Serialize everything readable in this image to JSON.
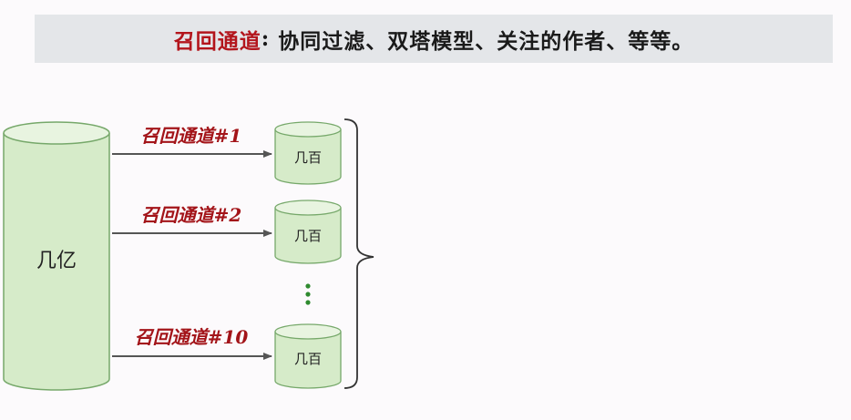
{
  "banner": {
    "keyword": "召回通道",
    "colon": ":",
    "text": "协同过滤、双塔模型、关注的作者、等等。"
  },
  "source": {
    "label": "几亿"
  },
  "channels": [
    {
      "label": "召回通道#1",
      "result": "几百"
    },
    {
      "label": "召回通道#2",
      "result": "几百"
    },
    {
      "label": "召回通道#10",
      "result": "几百"
    }
  ],
  "ellipsis": "⋮",
  "colors": {
    "cylinder_fill": "#d6ebc9",
    "cylinder_top": "#e8f4e0",
    "cylinder_stroke": "#76a86a",
    "arrow": "#555555",
    "channel_label": "#a31419",
    "ellipsis_dots": "#2f8a2f"
  }
}
